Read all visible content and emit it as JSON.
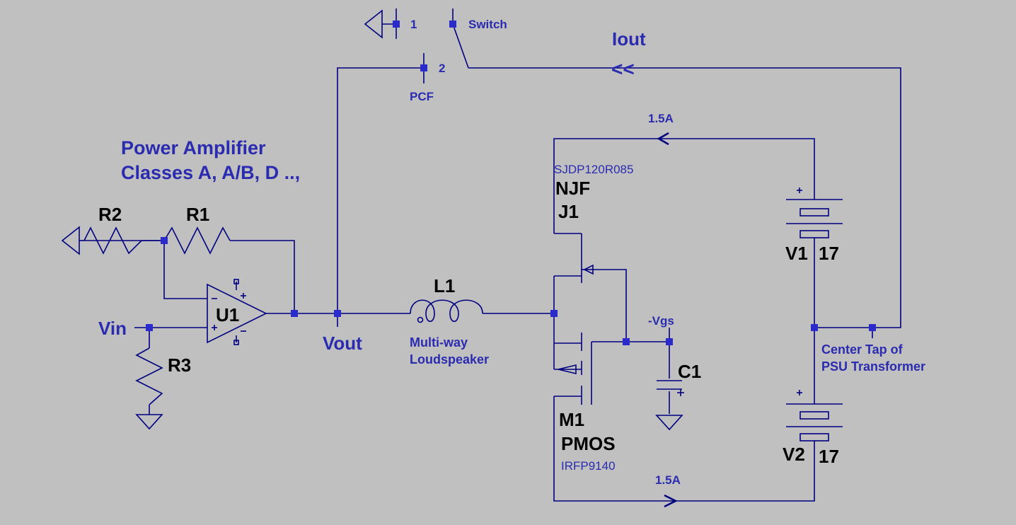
{
  "notes": {
    "title_line1": "Power Amplifier",
    "title_line2": "Classes A, A/B, D ..,",
    "iout": "Iout",
    "arrow_iout": "<<",
    "current_top": "1.5A",
    "current_bottom": "1.5A",
    "center_tap_line1": "Center Tap of",
    "center_tap_line2": "PSU Transformer",
    "speaker_line1": "Multi-way",
    "speaker_line2": "Loudspeaker"
  },
  "nets": {
    "vin": "Vin",
    "vout": "Vout",
    "vgs": "-Vgs",
    "pcf": "PCF",
    "switch": "Switch",
    "switch_pos1": "1",
    "switch_pos2": "2"
  },
  "components": {
    "r1": "R1",
    "r2": "R2",
    "r3": "R3",
    "u1": "U1",
    "l1": "L1",
    "c1": "C1",
    "j1_name": "J1",
    "j1_type": "NJF",
    "j1_model": "SJDP120R085",
    "m1_name": "M1",
    "m1_type": "PMOS",
    "m1_model": "IRFP9140",
    "v1_name": "V1",
    "v1_value": "17",
    "v2_name": "V2",
    "v2_value": "17"
  },
  "colors": {
    "background": "#c0c0c0",
    "wire": "#000080",
    "label_blue": "#2b2bb0",
    "label_black": "#000000",
    "junction": "#2b2bcc"
  }
}
